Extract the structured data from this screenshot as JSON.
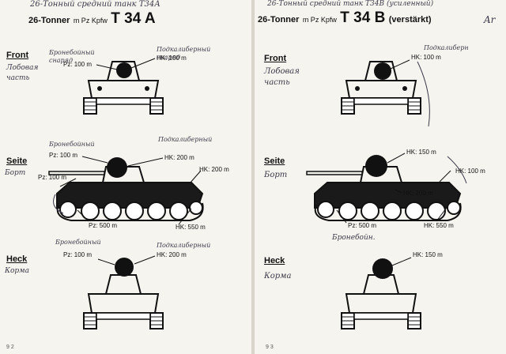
{
  "left": {
    "handwritten_title": "26-Тонный средний танк Т34А",
    "title_prefix": "26-Tonner",
    "title_mid": "m Pz Kpfw",
    "title_model": "T 34 A",
    "front": {
      "section": "Front",
      "handwritten_section": "Лобовая часть",
      "note_left": "Бронебойный снаряд",
      "note_right": "Подкалиберный снаряд",
      "pz": "Pz: 100 m",
      "hk": "HK: 100 m"
    },
    "side": {
      "section": "Seite",
      "handwritten_section": "Борт",
      "note_left": "Бронебойный",
      "note_right": "Подкалиберный",
      "pz1": "Pz: 100 m",
      "pz2": "Pz: 100 m",
      "hk1": "HK: 200 m",
      "hk2": "HK: 200 m",
      "pz3": "Pz: 500 m",
      "hk3": "HK: 550 m"
    },
    "rear": {
      "section": "Heck",
      "handwritten_section": "Корма",
      "note_left": "Бронебойный",
      "note_right": "Подкалиберный",
      "pz": "Pz: 100 m",
      "hk": "HK: 200 m"
    },
    "page_number": "9 2"
  },
  "right": {
    "handwritten_title": "26-Тонный средний танк Т34В (усиленный)",
    "title_prefix": "26-Tonner",
    "title_mid": "m Pz Kpfw",
    "title_model": "T 34 B",
    "title_note": "(verstärkt)",
    "corner_mark": "Ar",
    "front": {
      "section": "Front",
      "handwritten_section": "Лобовая часть",
      "note_right": "Подкалиберн",
      "hk": "HK: 100 m"
    },
    "side": {
      "section": "Seite",
      "handwritten_section": "Борт",
      "hk1": "HK: 150 m",
      "hk2": "HK: 100 m",
      "hk3": "HK: 200 m",
      "pz": "Pz: 500 m",
      "hk4": "HK: 550 m",
      "note_bottom": "Бронебойн."
    },
    "rear": {
      "section": "Heck",
      "handwritten_section": "Корма",
      "hk": "HK: 150 m"
    },
    "page_number": "9 3"
  },
  "colors": {
    "paper": "#f6f4ee",
    "ink": "#111111",
    "pencil": "#3d3a4a"
  }
}
